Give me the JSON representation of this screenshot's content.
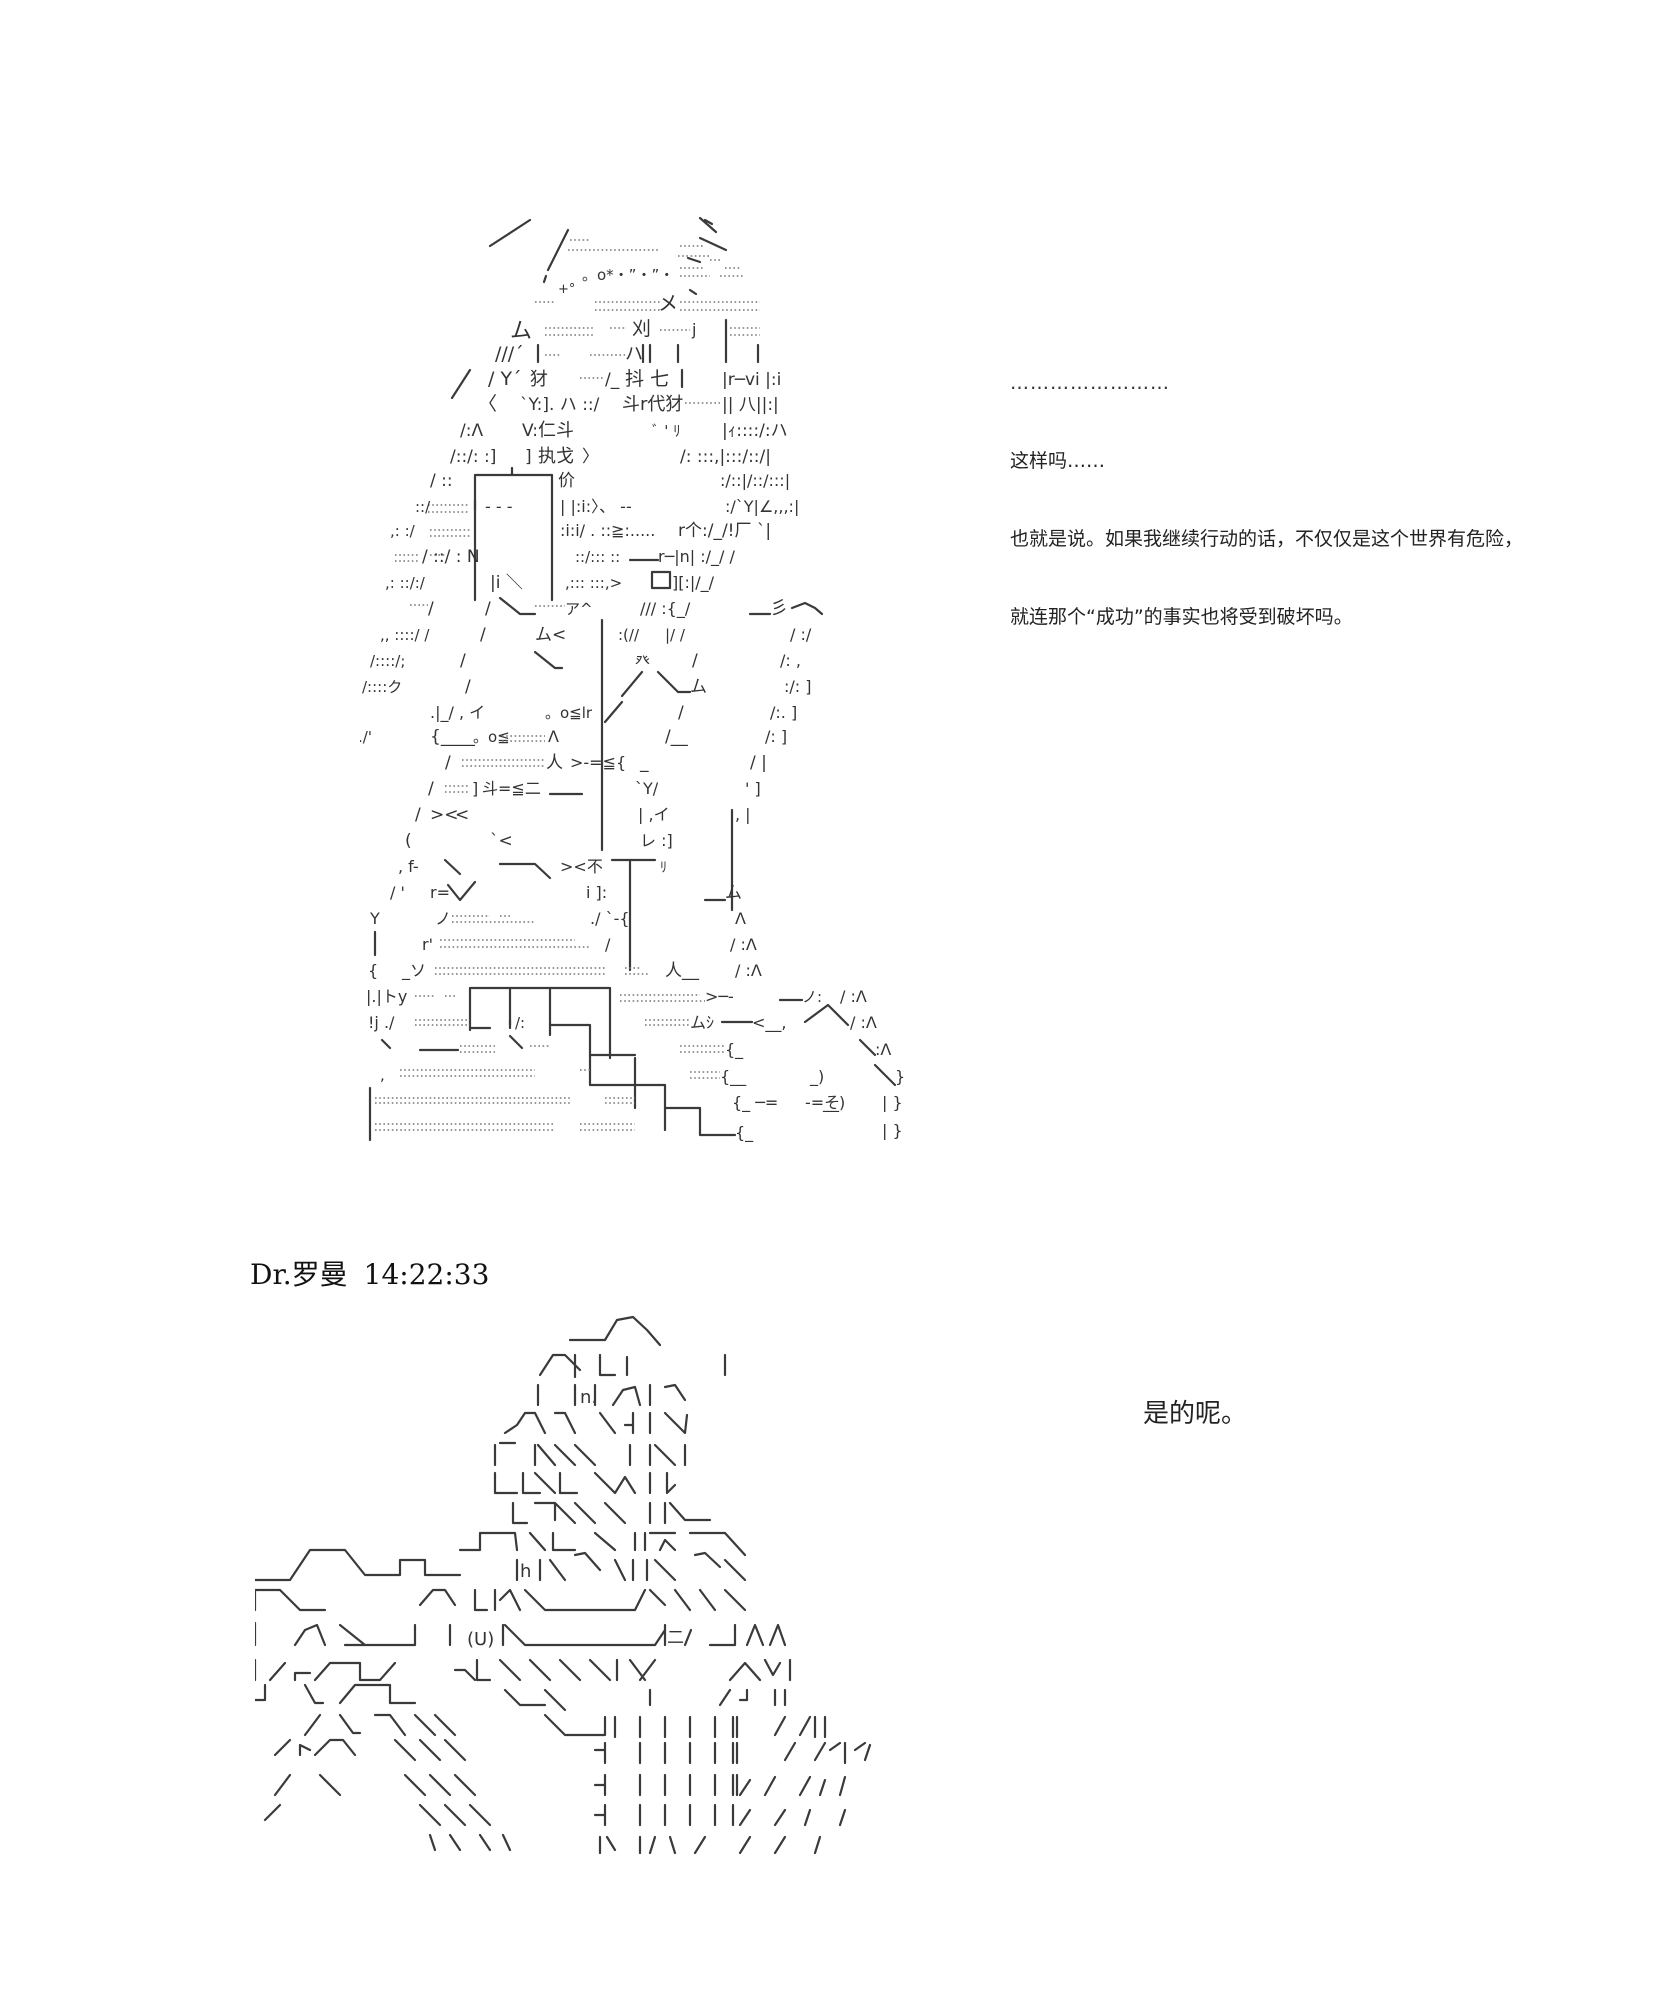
{
  "post1": {
    "art_description": "ascii-art-girl-kneeling",
    "dialogue": {
      "ellipsis_line": "……………………",
      "lines": [
        "这样吗……",
        "也就是说。如果我继续行动的话，不仅仅是这个世界有危险，",
        "就连那个“成功”的事实也将受到破坏吗。"
      ]
    }
  },
  "post2": {
    "speaker": "Dr.罗曼",
    "timestamp": "14:22:33",
    "art_description": "ascii-art-character-large",
    "dialogue": {
      "lines": [
        "是的呢。"
      ]
    }
  },
  "art1_glyphs": {
    "l1": "。o*・”・”・",
    "l2": "ム",
    "l3": "刈",
    "l4": "抖 七",
    "l5": "犲",
    "l6": "斗r代犲",
    "l7": "仁斗",
    "l8": "执戈",
    "l9": "价",
    "l10": "N",
    "l11": "ア^",
    "l12": "ム<",
    "l13": "。o≦lr",
    "l14": "。o≦",
    "l15": "人",
    "l16": "斗=≦二",
    "l17": ">-=≦{",
    "l18": "><",
    "l19": "><不",
    "l20": "ムｼ",
    "l21": "-=そ",
    "l22": "|トy",
    "l23": "ム",
    "l24": "彡",
    "l25": "癶"
  },
  "art2_glyphs": {
    "n": "n.",
    "h": "h",
    "u": "(U)",
    "ni": "二"
  }
}
